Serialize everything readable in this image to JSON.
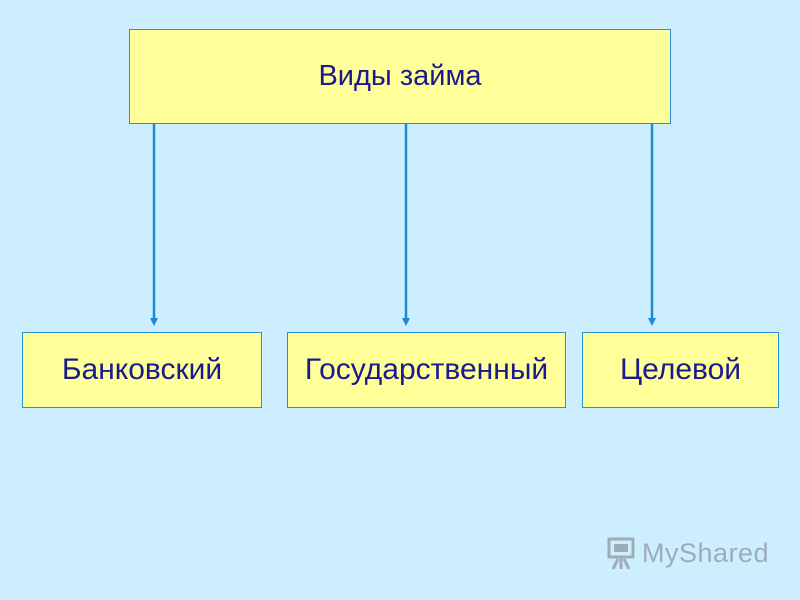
{
  "diagram": {
    "root": {
      "label": "Виды займа"
    },
    "children": [
      {
        "label": "Банковский"
      },
      {
        "label": "Государственный"
      },
      {
        "label": "Целевой"
      }
    ]
  },
  "watermark": {
    "text": "MyShared",
    "icon": "presentation-board-icon"
  },
  "colors": {
    "background": "#cceeff",
    "box_fill": "#ffff99",
    "box_border": "#2c8fd6",
    "text": "#1a1a8c",
    "arrow": "#1e8ad6"
  }
}
